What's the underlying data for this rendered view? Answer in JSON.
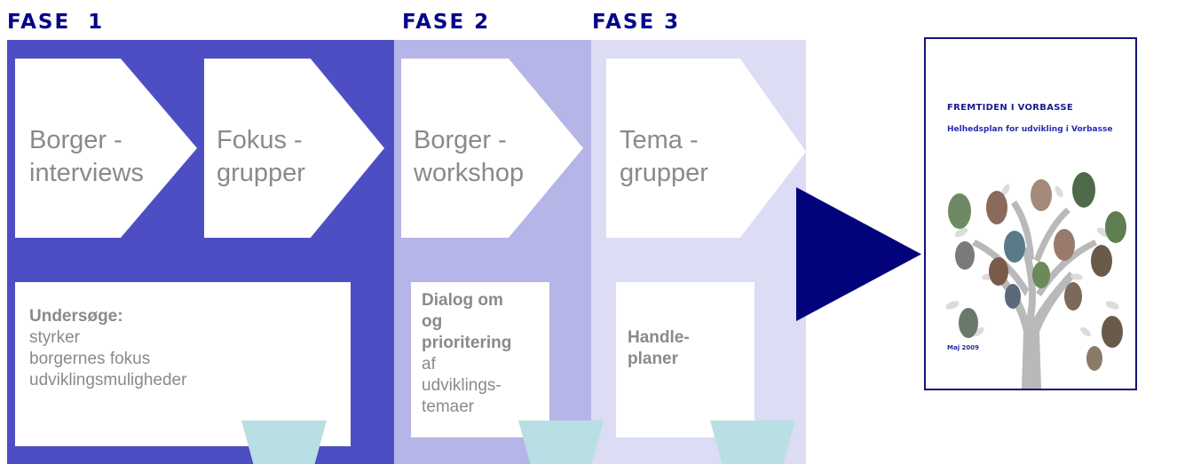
{
  "phases": [
    {
      "label": "FASE  1"
    },
    {
      "label": "FASE 2"
    },
    {
      "label": "FASE 3"
    }
  ],
  "steps": [
    {
      "line1": "Borger -",
      "line2": "interviews"
    },
    {
      "line1": "Fokus -",
      "line2": "grupper"
    },
    {
      "line1": "Borger -",
      "line2": "workshop"
    },
    {
      "line1": "Tema -",
      "line2": "grupper"
    }
  ],
  "boxes": [
    {
      "heading": "Undersøge:",
      "lines": [
        "styrker",
        "borgernes fokus",
        "udviklingsmuligheder"
      ]
    },
    {
      "heading_lines": [
        "Dialog om",
        "og",
        "prioritering"
      ],
      "lines": [
        "af",
        "udviklings-",
        "temaer"
      ]
    },
    {
      "heading_lines": [
        "Handle-",
        "planer"
      ]
    }
  ],
  "document": {
    "title": "FREMTIDEN I VORBASSE",
    "subtitle": "Helhedsplan for udvikling i Vorbasse",
    "date": "Maj 2009"
  },
  "colors": {
    "phase1_band": "#4e4ec4",
    "phase2_band": "#b5b5e8",
    "phase3_band": "#dcdcf4",
    "arrow": "#02027a",
    "label_text": "#05058a",
    "tray": "#b8dfe3"
  }
}
